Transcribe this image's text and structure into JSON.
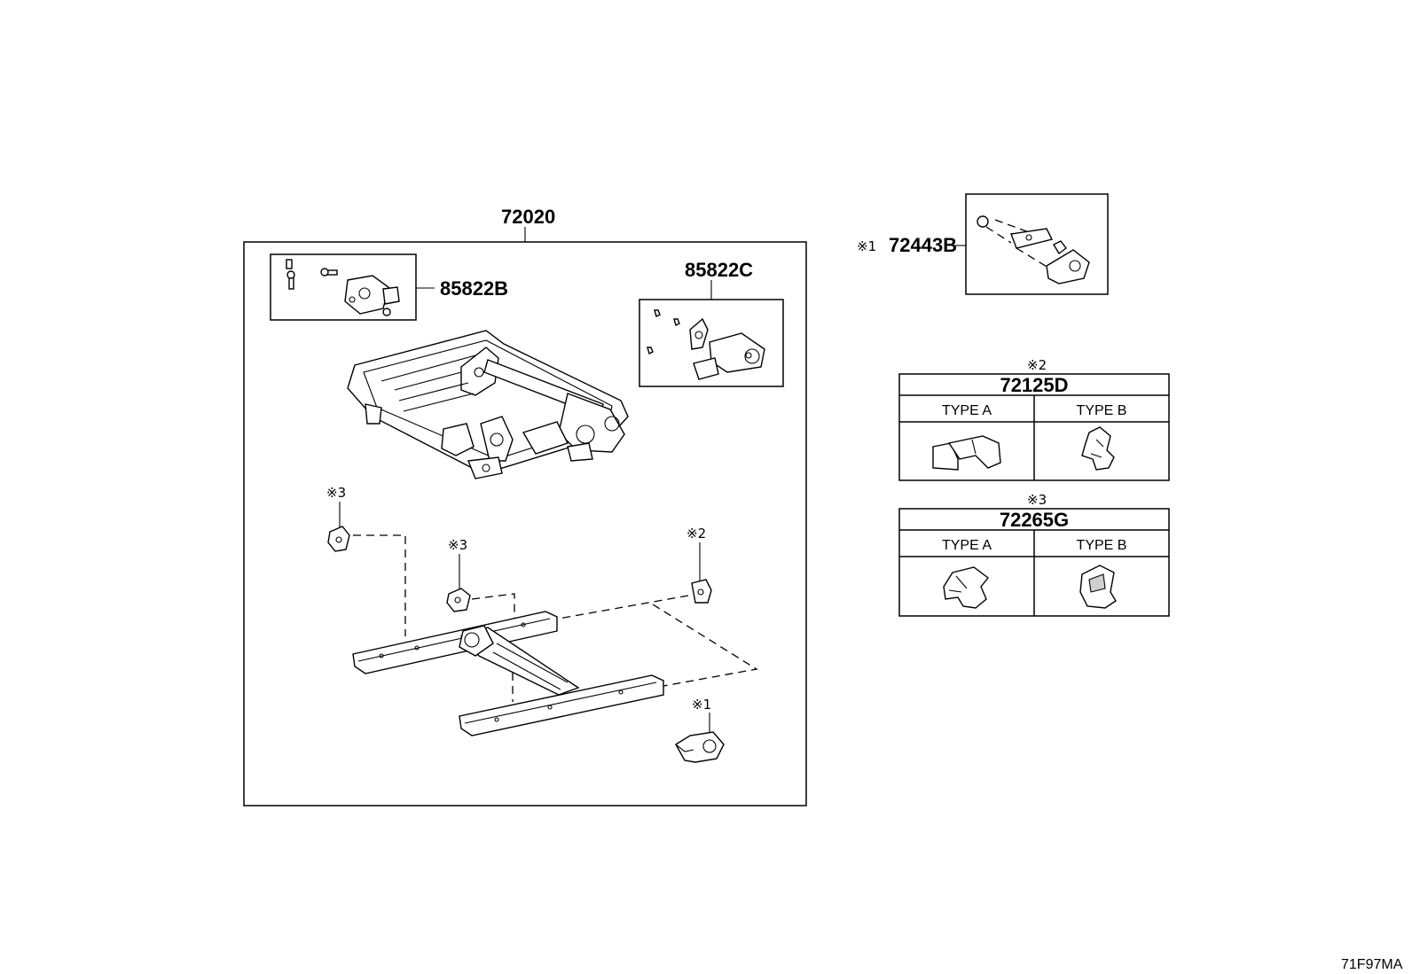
{
  "assembly": {
    "part_no": "72020"
  },
  "motor_b": {
    "part_no": "85822B"
  },
  "motor_c": {
    "part_no": "85822C"
  },
  "markers": {
    "m1": "※1",
    "m2": "※2",
    "m3": "※3"
  },
  "reference_part": {
    "mark": "※1",
    "part_no": "72443B"
  },
  "table_72125D": {
    "mark": "※2",
    "part_no": "72125D",
    "col_a": "TYPE A",
    "col_b": "TYPE B"
  },
  "table_72265G": {
    "mark": "※3",
    "part_no": "72265G",
    "col_a": "TYPE A",
    "col_b": "TYPE B"
  },
  "diagram_code": "71F97MA"
}
